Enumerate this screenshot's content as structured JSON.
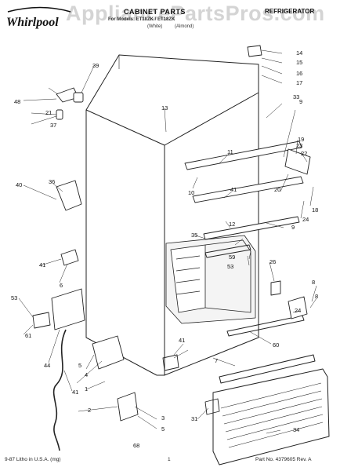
{
  "watermark": "AppliancePartsPros.com",
  "brand": "Whirlpool",
  "header": {
    "title": "CABINET PARTS",
    "product_type": "REFRIGERATOR",
    "models_line": "For Models: ET18ZK / ET18ZK",
    "color_white": "(White)",
    "color_almond": "(Almond)"
  },
  "callouts": [
    "1",
    "2",
    "3",
    "4",
    "5",
    "5",
    "6",
    "7",
    "8",
    "8",
    "9",
    "9",
    "10",
    "11",
    "12",
    "13",
    "14",
    "15",
    "16",
    "17",
    "18",
    "19",
    "20",
    "21",
    "22",
    "23",
    "24",
    "24",
    "26",
    "31",
    "33",
    "34",
    "35",
    "36",
    "37",
    "39",
    "40",
    "41",
    "41",
    "41",
    "41",
    "44",
    "48",
    "53",
    "53",
    "59",
    "60",
    "61",
    "68"
  ],
  "footer": {
    "litho": "9-87 Litho in U.S.A. (mg)",
    "page": "1",
    "part_no": "Part No. 4379605   Rev. A"
  }
}
